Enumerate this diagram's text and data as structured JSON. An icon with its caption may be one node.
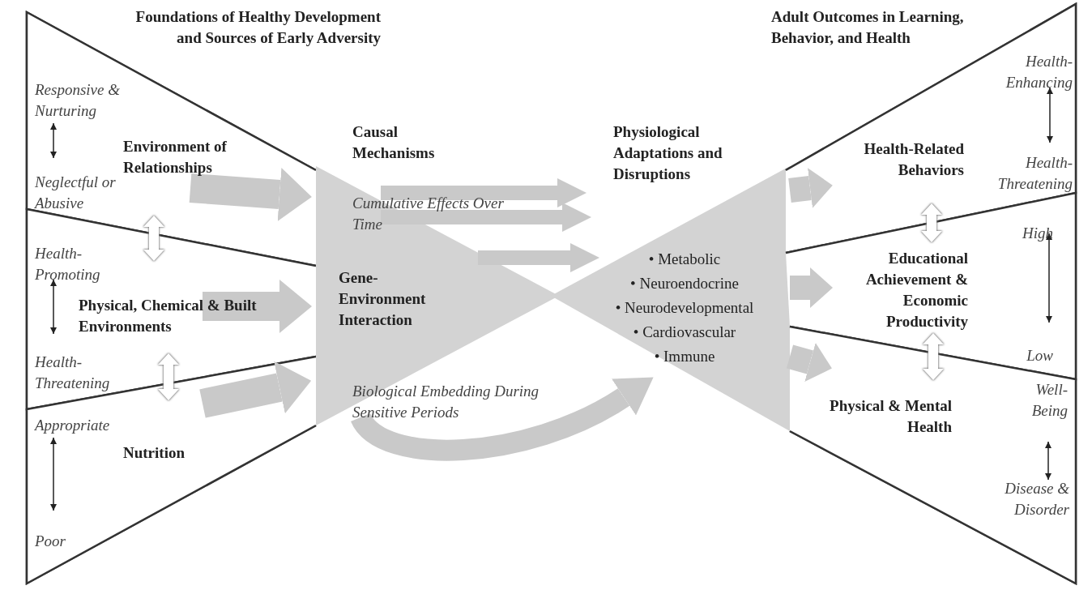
{
  "diagram": {
    "nodes": [
      {
        "text": [
          "Foundations of Healthy Development and Sources of Early Adversity"
        ]
      },
      {
        "text": [
          "Responsive & Nurturing",
          "Environment of Relationships",
          "Neglectful or Abusive"
        ],
        "in": 0
      },
      {
        "text": [
          "Health-Promoting",
          "Physical, Chemical & Built Environments",
          "Health-Threatening"
        ],
        "in": 0
      },
      {
        "text": [
          "Appropriate",
          "Nutrition",
          "Poor"
        ],
        "in": 0
      },
      {
        "text": [
          "Causal Mechanisms",
          "Gene-Environment Interaction"
        ]
      },
      {
        "text": [
          "Physiological Adaptations and Disruptions",
          "• Metabolic",
          "• Neuroendocrine",
          "• Neurodevelopmental",
          "• Cardiovascular",
          "• Immune"
        ]
      },
      {
        "text": [
          "Adult Outcomes in Learning, Behavior, and Health"
        ]
      },
      {
        "text": [
          "Health-Enhancing",
          "Health-Related Behaviors",
          "Health-Threatening"
        ],
        "in": 6
      },
      {
        "text": [
          "High",
          "Educational Achievement & Economic Productivity",
          "Low"
        ],
        "in": 6
      },
      {
        "text": [
          "Well-Being",
          "Physical & Mental Health",
          "Disease & Disorder"
        ],
        "in": 6
      }
    ],
    "edges": [
      {
        "from": 1,
        "to": 4,
        "arrow": "to",
        "style": "thick"
      },
      {
        "from": 2,
        "to": 4,
        "arrow": "to",
        "style": "thick"
      },
      {
        "from": 3,
        "to": 4,
        "arrow": "to",
        "style": "thick"
      },
      {
        "from": 1,
        "to": 2,
        "arrow": "both",
        "color": "#ffffff"
      },
      {
        "from": 2,
        "to": 3,
        "arrow": "both",
        "color": "#ffffff"
      },
      {
        "from": 4,
        "to": 5,
        "arrow": "to",
        "label": "Cumulative Effects Over Time"
      },
      {
        "from": 4,
        "to": 5,
        "arrow": "to"
      },
      {
        "from": 4,
        "to": 5,
        "arrow": "to"
      },
      {
        "from": 4,
        "to": 5,
        "arrow": "to",
        "label": "Biological Embedding During Sensitive Periods"
      },
      {
        "from": 5,
        "to": 7,
        "arrow": "to"
      },
      {
        "from": 5,
        "to": 8,
        "arrow": "to"
      },
      {
        "from": 5,
        "to": 9,
        "arrow": "to"
      },
      {
        "from": 7,
        "to": 8,
        "arrow": "both",
        "color": "#ffffff"
      },
      {
        "from": 8,
        "to": 9,
        "arrow": "both",
        "color": "#ffffff"
      }
    ]
  }
}
